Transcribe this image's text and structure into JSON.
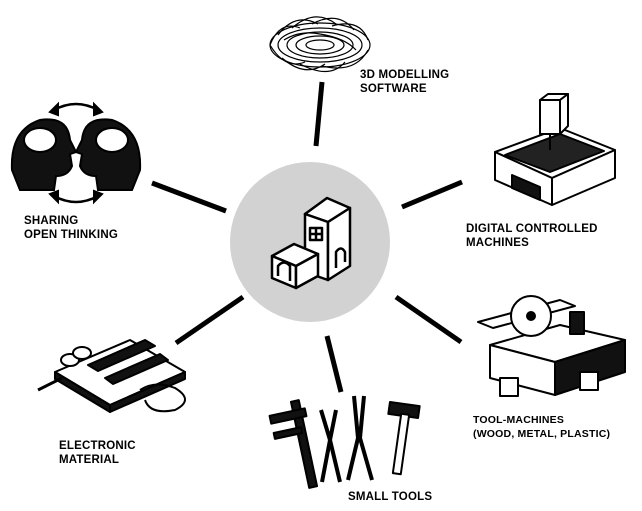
{
  "colors": {
    "hub_fill": "#d2d2d2",
    "ink": "#000000",
    "background": "#ffffff"
  },
  "hub": {
    "icon": "buildings-icon"
  },
  "nodes": [
    {
      "id": "3d-modelling",
      "icon": "wireframe-torus-icon",
      "lines": [
        "3D MODELLING",
        "SOFTWARE"
      ]
    },
    {
      "id": "digital-machines",
      "icon": "cnc-machine-icon",
      "lines": [
        "DIGITAL CONTROLLED",
        "MACHINES"
      ]
    },
    {
      "id": "tool-machines",
      "icon": "table-saw-icon",
      "lines": [
        "TOOL-MACHINES",
        "(WOOD, METAL, PLASTIC)"
      ]
    },
    {
      "id": "small-tools",
      "icon": "hand-tools-icon",
      "lines": [
        "SMALL TOOLS"
      ]
    },
    {
      "id": "electronic",
      "icon": "circuit-board-icon",
      "lines": [
        "ELECTRONIC",
        "MATERIAL"
      ]
    },
    {
      "id": "sharing",
      "icon": "heads-brains-icon",
      "lines": [
        "SHARING",
        "OPEN THINKING"
      ]
    }
  ]
}
